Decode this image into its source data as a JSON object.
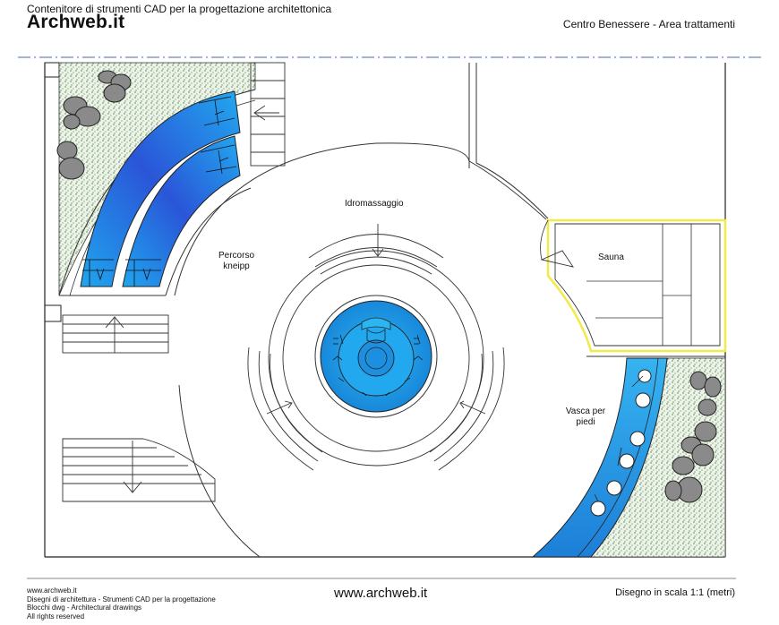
{
  "header": {
    "tagline": "Contenitore di strumenti CAD per la progettazione architettonica",
    "logo": "Archweb.it",
    "project_title": "Centro Benessere - Area trattamenti"
  },
  "labels": {
    "idromassaggio": "Idromassaggio",
    "percorso_line1": "Percorso",
    "percorso_line2": "kneipp",
    "sauna": "Sauna",
    "vasca_line1": "Vasca per",
    "vasca_line2": "piedi"
  },
  "footer": {
    "site": "www.archweb.it",
    "desc1": "Disegni di architettura - Strumenti CAD  per la progettazione",
    "desc2": "Blocchi dwg - Architectural drawings",
    "rights": "All rights reserved",
    "center_url": "www.archweb.it",
    "scale": "Disegno in scala 1:1 (metri)"
  },
  "colors": {
    "water": "#1fa0e0",
    "water_dark": "#2a4fd6",
    "sauna_outline": "#f2ea4a",
    "grass": "#5a8a4a",
    "rock": "#808080"
  }
}
